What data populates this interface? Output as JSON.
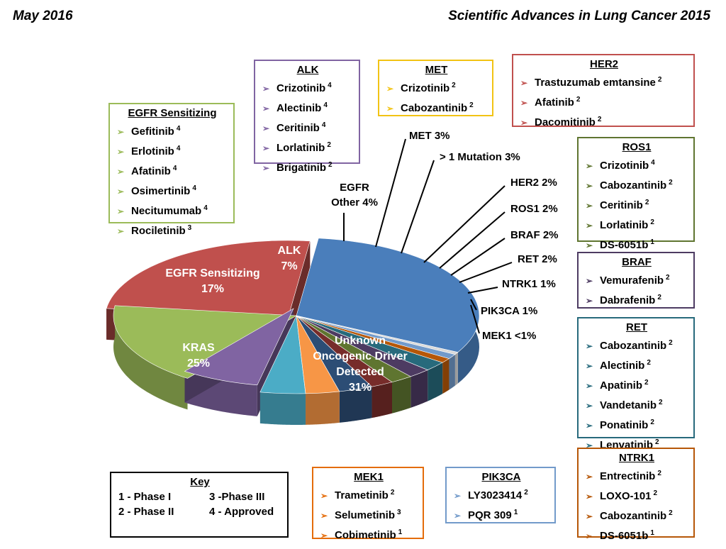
{
  "header": {
    "left": "May 2016",
    "right": "Scientific Advances in Lung Cancer 2015"
  },
  "chart_data": {
    "type": "pie",
    "slices": [
      {
        "name": "Unknown Oncogenic Driver Detected",
        "label": "31%",
        "value": 31,
        "color": "#4a7ebb"
      },
      {
        "name": "KRAS",
        "label": "25%",
        "value": 25,
        "color": "#c0504d"
      },
      {
        "name": "EGFR Sensitizing",
        "label": "17%",
        "value": 17,
        "color": "#9bbb59"
      },
      {
        "name": "ALK",
        "label": "7%",
        "value": 7,
        "color": "#8064a2"
      },
      {
        "name": "EGFR Other",
        "label": "4%",
        "value": 4,
        "color": "#4bacc6"
      },
      {
        "name": "MET",
        "label": "3%",
        "value": 3,
        "color": "#f79646"
      },
      {
        "name": "> 1 Mutation",
        "label": "3%",
        "value": 3,
        "color": "#2c4d75"
      },
      {
        "name": "HER2",
        "label": "2%",
        "value": 2,
        "color": "#772c2a"
      },
      {
        "name": "ROS1",
        "label": "2%",
        "value": 2,
        "color": "#5f7530"
      },
      {
        "name": "BRAF",
        "label": "2%",
        "value": 2,
        "color": "#4d3b62"
      },
      {
        "name": "RET",
        "label": "2%",
        "value": 2,
        "color": "#276a7c"
      },
      {
        "name": "NTRK1",
        "label": "1%",
        "value": 1,
        "color": "#b65708"
      },
      {
        "name": "PIK3CA",
        "label": "1%",
        "value": 1,
        "color": "#729aca"
      },
      {
        "name": "MEK1",
        "label": "<1%",
        "value": 0.5,
        "color": "#d9d9d9"
      }
    ],
    "pie_labels": {
      "unknown": [
        "Unknown",
        "Oncogenic Driver",
        "Detected",
        "31%"
      ],
      "kras": [
        "KRAS",
        "25%"
      ],
      "egfr": [
        "EGFR Sensitizing",
        "17%"
      ],
      "alk": [
        "ALK",
        "7%"
      ],
      "egfr_other": [
        "EGFR",
        "Other 4%"
      ],
      "met": "MET 3%",
      "multi": "> 1 Mutation 3%",
      "her2": "HER2 2%",
      "ros1": "ROS1 2%",
      "braf": "BRAF 2%",
      "ret": "RET 2%",
      "ntrk1": "NTRK1 1%",
      "pik3ca": "PIK3CA 1%",
      "mek1": "MEK1 <1%"
    }
  },
  "boxes": {
    "egfr": {
      "title": "EGFR Sensitizing",
      "color": "#9bbb59",
      "items": [
        {
          "t": "Gefitinib",
          "s": "4"
        },
        {
          "t": "Erlotinib",
          "s": "4"
        },
        {
          "t": "Afatinib",
          "s": "4"
        },
        {
          "t": "Osimertinib",
          "s": "4"
        },
        {
          "t": "Necitumumab",
          "s": "4"
        },
        {
          "t": "Rociletinib",
          "s": "3"
        }
      ]
    },
    "alk": {
      "title": "ALK",
      "color": "#8064a2",
      "items": [
        {
          "t": "Crizotinib",
          "s": "4"
        },
        {
          "t": "Alectinib",
          "s": "4"
        },
        {
          "t": "Ceritinib",
          "s": "4"
        },
        {
          "t": "Lorlatinib",
          "s": "2"
        },
        {
          "t": "Brigatinib",
          "s": "2"
        }
      ]
    },
    "met": {
      "title": "MET",
      "color": "#f2c314",
      "items": [
        {
          "t": "Crizotinib",
          "s": "2"
        },
        {
          "t": "Cabozantinib",
          "s": "2"
        }
      ]
    },
    "her2": {
      "title": "HER2",
      "color": "#c0504d",
      "items": [
        {
          "t": "Trastuzumab emtansine",
          "s": "2"
        },
        {
          "t": "Afatinib",
          "s": "2"
        },
        {
          "t": "Dacomitinib",
          "s": "2"
        }
      ]
    },
    "ros1": {
      "title": "ROS1",
      "color": "#5f7530",
      "items": [
        {
          "t": "Crizotinib",
          "s": "4"
        },
        {
          "t": "Cabozantinib",
          "s": "2"
        },
        {
          "t": "Ceritinib",
          "s": "2"
        },
        {
          "t": "Lorlatinib",
          "s": "2"
        },
        {
          "t": "DS-6051b",
          "s": "1"
        }
      ]
    },
    "braf": {
      "title": "BRAF",
      "color": "#4d3b62",
      "items": [
        {
          "t": "Vemurafenib",
          "s": "2"
        },
        {
          "t": "Dabrafenib",
          "s": "2"
        }
      ]
    },
    "ret": {
      "title": "RET",
      "color": "#276a7c",
      "items": [
        {
          "t": "Cabozantinib",
          "s": "2"
        },
        {
          "t": "Alectinib",
          "s": "2"
        },
        {
          "t": "Apatinib",
          "s": "2"
        },
        {
          "t": "Vandetanib",
          "s": "2"
        },
        {
          "t": "Ponatinib",
          "s": "2"
        },
        {
          "t": "Lenvatinib",
          "s": "2"
        }
      ]
    },
    "ntrk1": {
      "title": "NTRK1",
      "color": "#b65708",
      "items": [
        {
          "t": "Entrectinib",
          "s": "2"
        },
        {
          "t": "LOXO-101",
          "s": "2"
        },
        {
          "t": "Cabozantinib",
          "s": "2"
        },
        {
          "t": "DS-6051b",
          "s": "1"
        }
      ]
    },
    "mek1": {
      "title": "MEK1",
      "color": "#e46c0a",
      "items": [
        {
          "t": "Trametinib",
          "s": "2"
        },
        {
          "t": "Selumetinib",
          "s": "3"
        },
        {
          "t": "Cobimetinib",
          "s": "1"
        }
      ]
    },
    "pik3ca": {
      "title": "PIK3CA",
      "color": "#729aca",
      "items": [
        {
          "t": "LY3023414",
          "s": "2"
        },
        {
          "t": "PQR 309",
          "s": "1"
        }
      ]
    }
  },
  "key": {
    "title": "Key",
    "entries": [
      "1 - Phase I",
      "3  -Phase III",
      "2 - Phase II",
      "4 - Approved"
    ]
  },
  "icons": {
    "bullet": "arrow-bullet-icon"
  }
}
